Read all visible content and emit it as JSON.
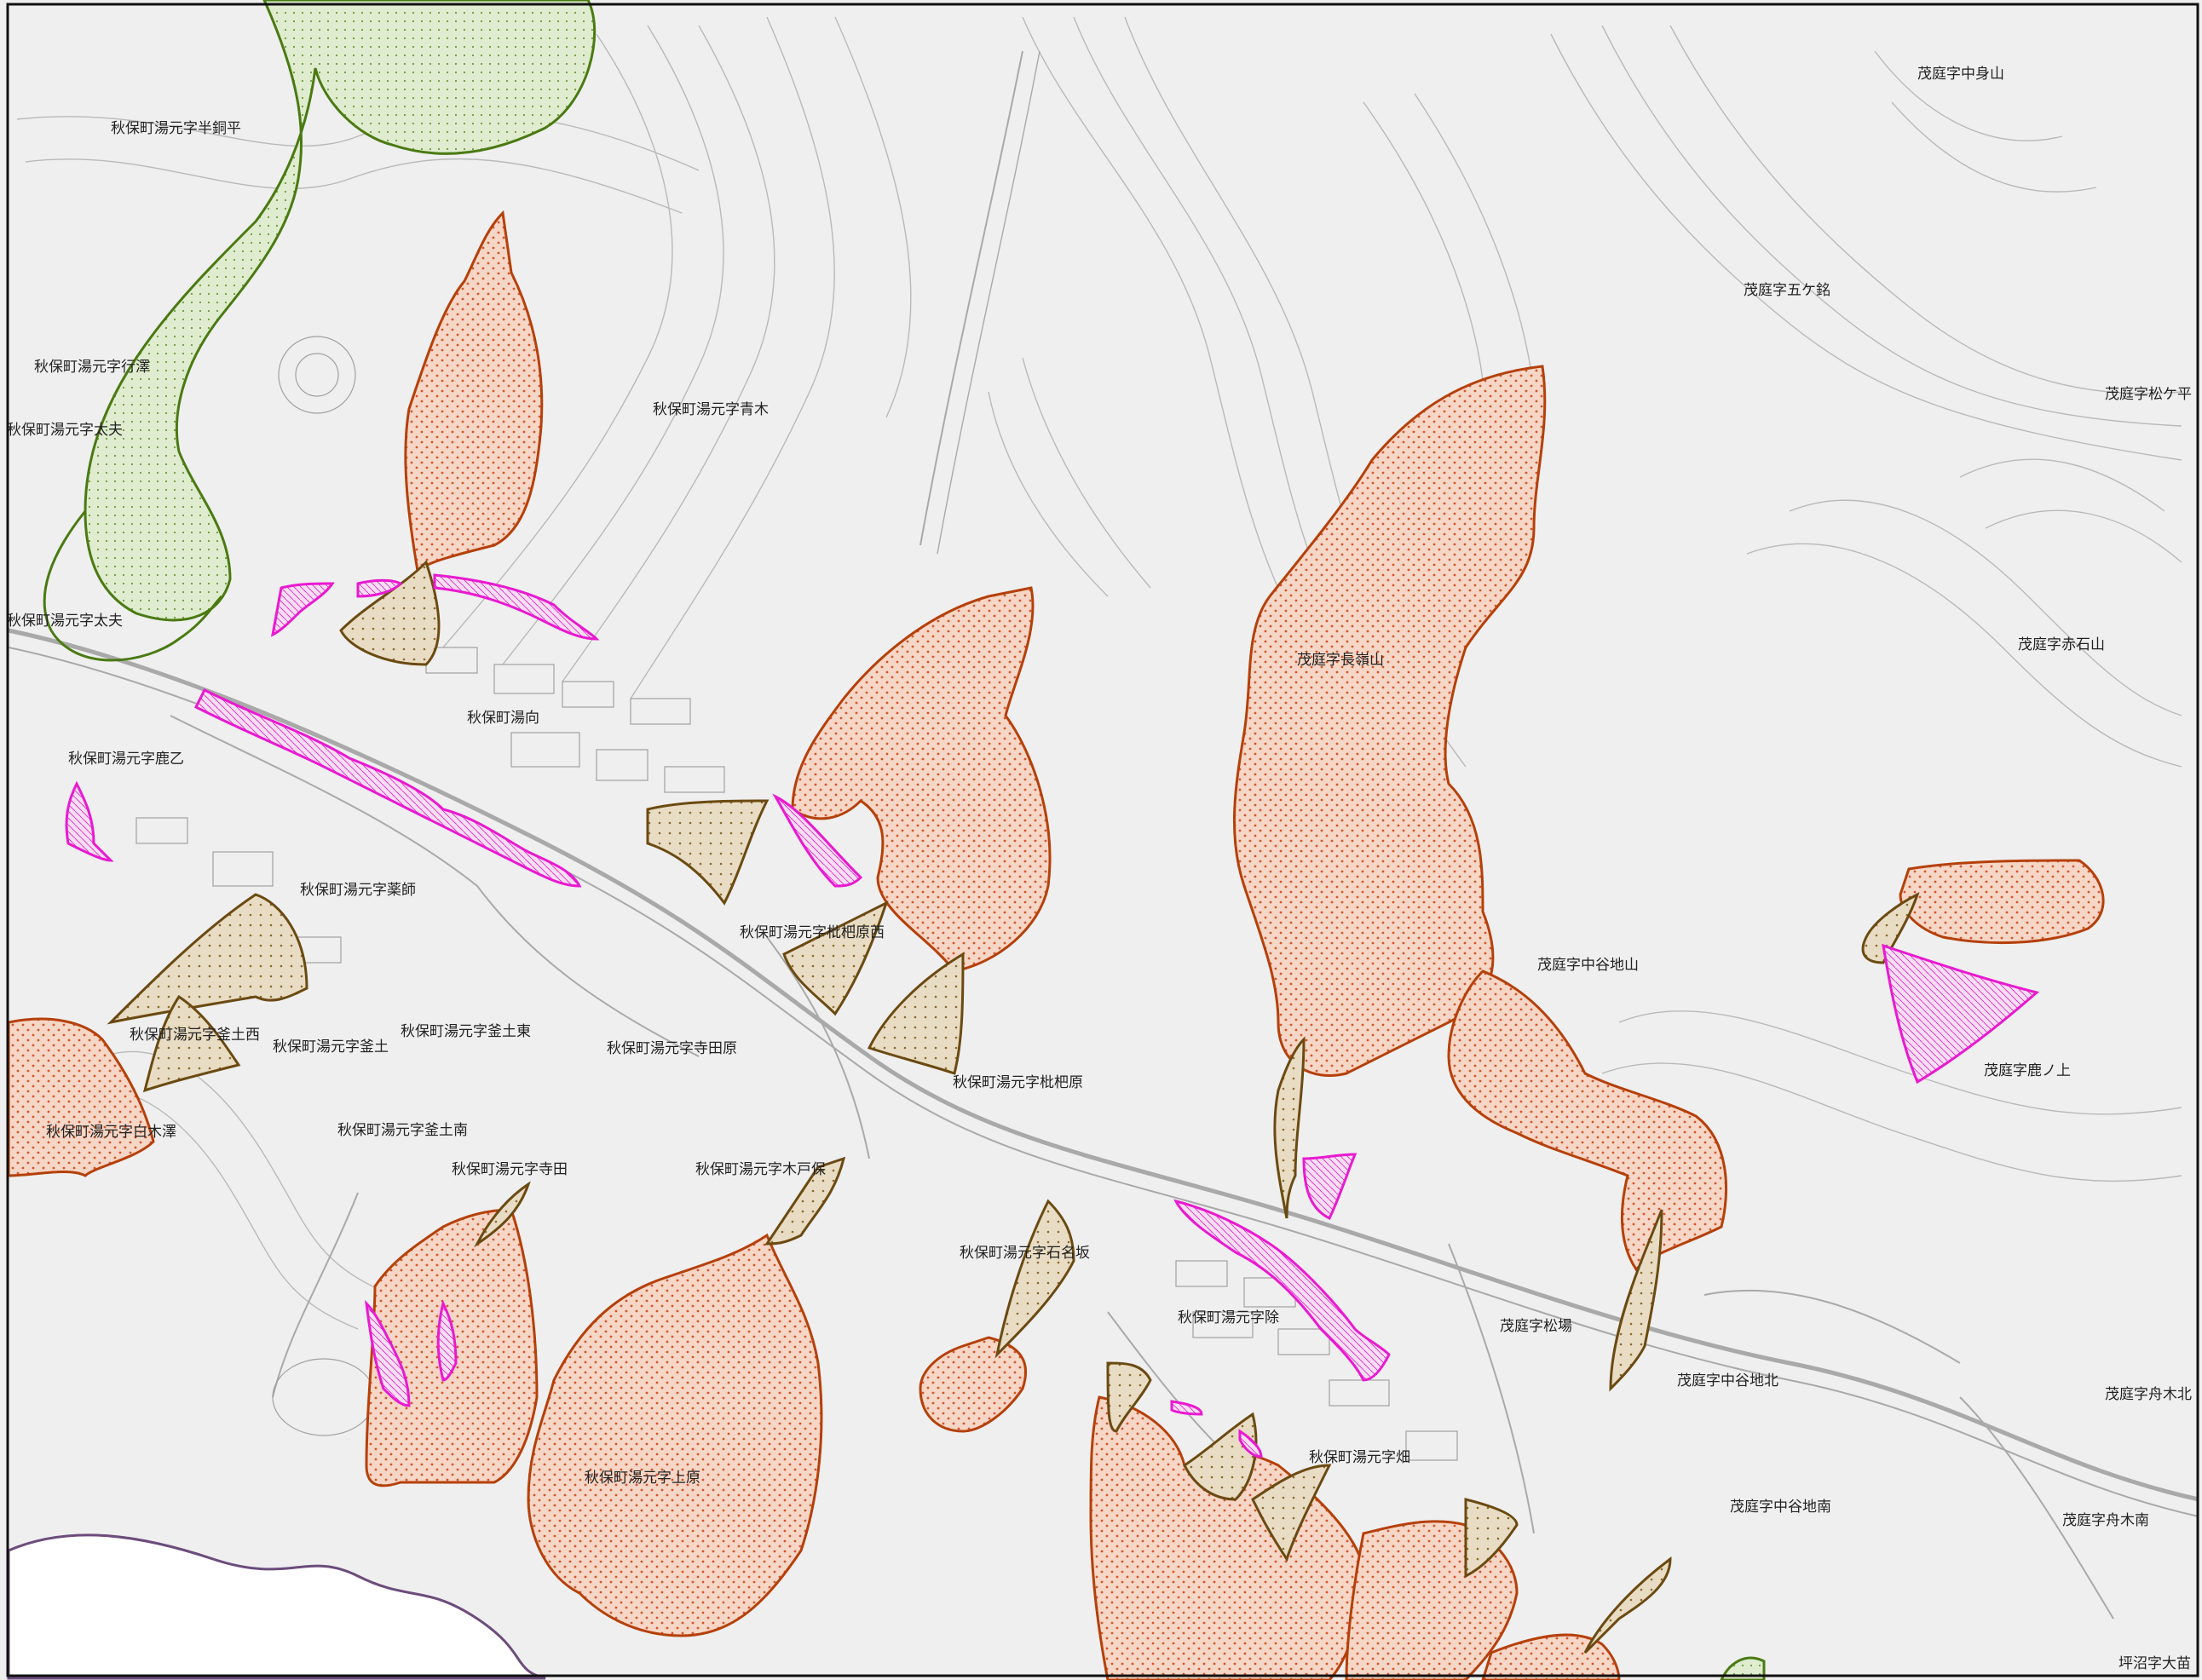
{
  "map": {
    "colors": {
      "background": "#efefef",
      "contour": "#b9b9b9",
      "road": "#a9a9a9",
      "zone_outline": "#b5400a",
      "zone_fill": "#f6d6c6",
      "zone_dot": "#d2562a",
      "caution_outline": "#6b4a12",
      "caution_fill": "#e8dcc4",
      "magenta": "#e81ad0",
      "green_outline": "#4a7a12",
      "green_fill": "#dfeccf",
      "boundary": "#6c4c7c",
      "frame": "#111111"
    },
    "place_labels": [
      {
        "id": "hanchohira",
        "text": "秋保町湯元字半銅平"
      },
      {
        "id": "gyoja",
        "text": "秋保町湯元字行澤"
      },
      {
        "id": "tayu1",
        "text": "秋保町湯元字太夫"
      },
      {
        "id": "tayu2",
        "text": "秋保町湯元字太夫"
      },
      {
        "id": "aoki",
        "text": "秋保町湯元字青木"
      },
      {
        "id": "yumukai",
        "text": "秋保町湯向"
      },
      {
        "id": "shikaotsu",
        "text": "秋保町湯元字鹿乙"
      },
      {
        "id": "yakushi",
        "text": "秋保町湯元字薬師"
      },
      {
        "id": "biwabaranishi",
        "text": "秋保町湯元字枇杷原西"
      },
      {
        "id": "kamatsuchinishi",
        "text": "秋保町湯元字釜土西"
      },
      {
        "id": "kamatsuchi",
        "text": "秋保町湯元字釜土"
      },
      {
        "id": "kamatsuchihigashi",
        "text": "秋保町湯元字釜土東"
      },
      {
        "id": "teradahara",
        "text": "秋保町湯元字寺田原"
      },
      {
        "id": "biwabara",
        "text": "秋保町湯元字枇杷原"
      },
      {
        "id": "shirakizawa",
        "text": "秋保町湯元字白木澤"
      },
      {
        "id": "kamatsuchiminami",
        "text": "秋保町湯元字釜土南"
      },
      {
        "id": "terada",
        "text": "秋保町湯元字寺田"
      },
      {
        "id": "kidoho",
        "text": "秋保町湯元字木戸保"
      },
      {
        "id": "ishinazaka",
        "text": "秋保町湯元字石名坂"
      },
      {
        "id": "nozoki",
        "text": "秋保町湯元字除"
      },
      {
        "id": "kamihara",
        "text": "秋保町湯元字上原"
      },
      {
        "id": "hatake",
        "text": "秋保町湯元字畑"
      },
      {
        "id": "nakamiyama",
        "text": "茂庭字中身山"
      },
      {
        "id": "gokamei",
        "text": "茂庭字五ケ銘"
      },
      {
        "id": "matsugadaira",
        "text": "茂庭字松ケ平"
      },
      {
        "id": "akaishiyama",
        "text": "茂庭字赤石山"
      },
      {
        "id": "nagamineyama",
        "text": "茂庭字長嶺山"
      },
      {
        "id": "nakayachiyama",
        "text": "茂庭字中谷地山"
      },
      {
        "id": "shikanoue",
        "text": "茂庭字鹿ノ上"
      },
      {
        "id": "matsuba",
        "text": "茂庭字松場"
      },
      {
        "id": "nakayachikita",
        "text": "茂庭字中谷地北"
      },
      {
        "id": "funagikita",
        "text": "茂庭字舟木北"
      },
      {
        "id": "nakayachiminami",
        "text": "茂庭字中谷地南"
      },
      {
        "id": "funagiminami",
        "text": "茂庭字舟木南"
      },
      {
        "id": "tsubonumaoonae",
        "text": "坪沼字大苗"
      }
    ]
  }
}
